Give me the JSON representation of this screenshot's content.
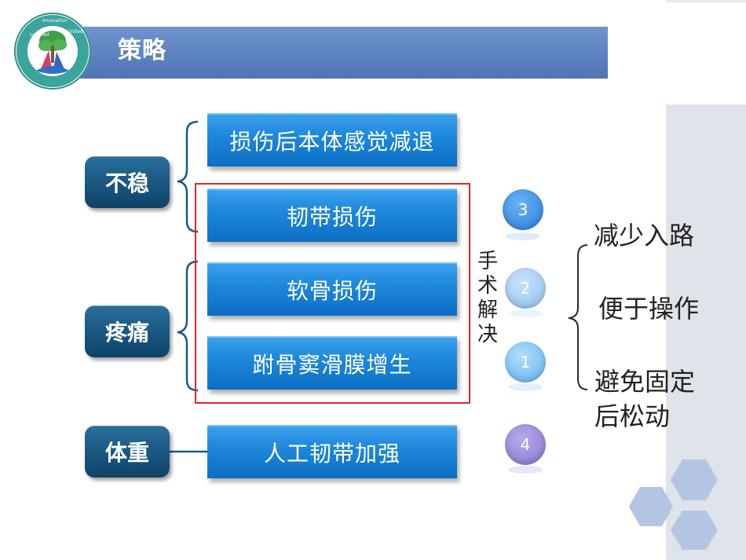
{
  "slide": {
    "title": "策略",
    "logo": {
      "icon": "tree-globe-logo",
      "ring_text": "Learned 博学 Innovation 创新 United 团结"
    }
  },
  "categories": [
    {
      "label": "不稳"
    },
    {
      "label": "疼痛"
    },
    {
      "label": "体重"
    }
  ],
  "boxes": [
    {
      "label": "损伤后本体感觉减退"
    },
    {
      "label": "韧带损伤"
    },
    {
      "label": "软骨损伤"
    },
    {
      "label": "跗骨窦滑膜增生"
    },
    {
      "label": "人工韧带加强"
    }
  ],
  "surgery": {
    "chars": [
      "手",
      "术",
      "解",
      "决"
    ]
  },
  "numbers": {
    "ligament": "3",
    "cartilage": "2",
    "synovium": "1",
    "weight": "4"
  },
  "benefits": {
    "line1": "减少入路",
    "line2": "便于操作",
    "line3a": "避免固定",
    "line3b": "后松动"
  },
  "colors": {
    "title_bar": "#5b80c0",
    "category_box": "#1b5a85",
    "blue_box": "#1e88db",
    "highlight_border": "#e0272a",
    "circle_3": "#2b7fdd",
    "circle_2": "#8fc0ef",
    "circle_1": "#63b3ee",
    "circle_4": "#8a77d2",
    "right_panel": "#dfe3ea",
    "hexagon": "#b4c5e4"
  }
}
